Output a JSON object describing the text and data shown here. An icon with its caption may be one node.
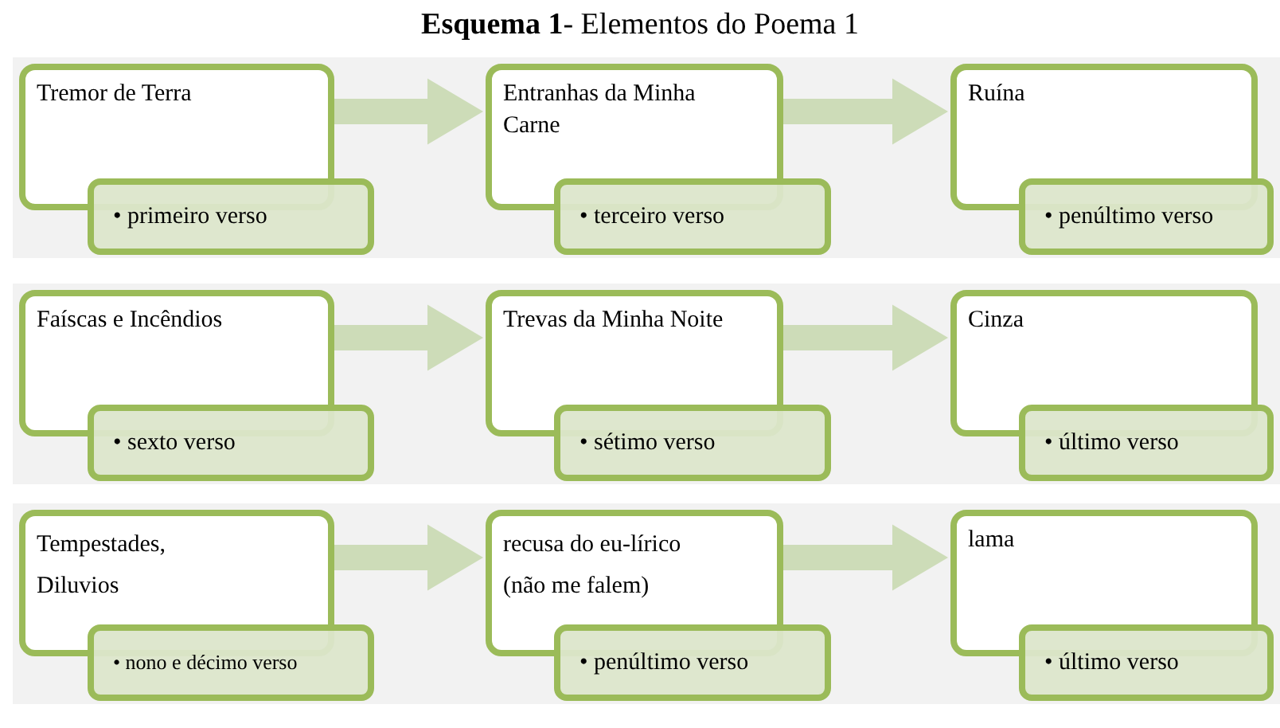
{
  "diagram": {
    "title": "**Esquema 1**- Elementos do Poema 1",
    "nodes": [
      {
        "text": [
          "Tremor de Terra"
        ]
      },
      {
        "text": [
          "• primeiro verso"
        ]
      },
      {
        "text": [
          "Entranhas da Minha Carne"
        ]
      },
      {
        "text": [
          "• terceiro verso"
        ]
      },
      {
        "text": [
          "Ruína"
        ]
      },
      {
        "text": [
          "• penúltimo verso"
        ]
      },
      {
        "text": [
          "Faíscas e Incêndios"
        ]
      },
      {
        "text": [
          "• sexto verso"
        ]
      },
      {
        "text": [
          "Trevas da Minha Noite"
        ]
      },
      {
        "text": [
          "• sétimo verso"
        ]
      },
      {
        "text": [
          "Cinza"
        ]
      },
      {
        "text": [
          "• último verso"
        ]
      },
      {
        "text": [
          "Tempestades, Diluvios"
        ]
      },
      {
        "text": [
          "• nono e décimo verso"
        ]
      },
      {
        "text": [
          "recusa do eu-lírico (não me falem)"
        ]
      },
      {
        "text": [
          "• penúltimo verso"
        ]
      },
      {
        "text": [
          "lama"
        ]
      },
      {
        "text": [
          "• último verso"
        ]
      }
    ],
    "edges": [
      {
        "from": 0,
        "to": 2,
        "arrow": "to"
      },
      {
        "from": 2,
        "to": 4,
        "arrow": "to"
      },
      {
        "from": 6,
        "to": 8,
        "arrow": "to"
      },
      {
        "from": 8,
        "to": 10,
        "arrow": "to"
      },
      {
        "from": 12,
        "to": 14,
        "arrow": "to"
      },
      {
        "from": 14,
        "to": 16,
        "arrow": "to"
      }
    ]
  }
}
